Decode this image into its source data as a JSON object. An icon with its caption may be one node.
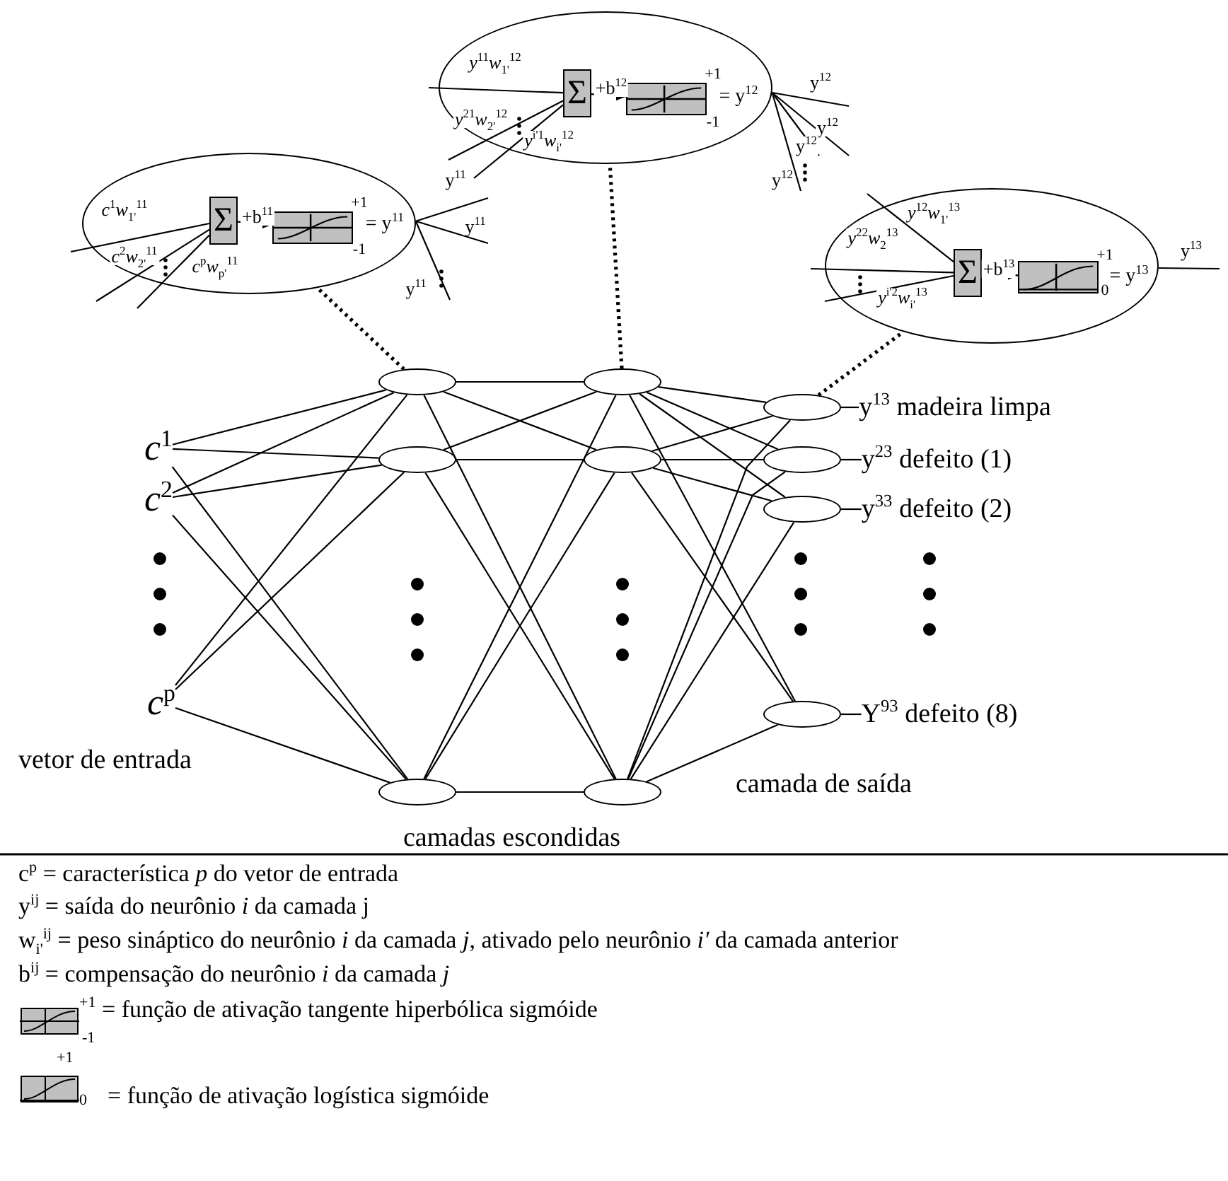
{
  "diagram": {
    "nodes": [
      {
        "text": [],
        "shape": "ellipse"
      },
      {
        "text": [
          "Σ"
        ],
        "in": 0
      },
      {
        "text": [],
        "shape": "box",
        "in": 0,
        "beside": [
          "+1",
          "-1",
          "= y$^{12}$"
        ]
      },
      {
        "text": [],
        "shape": "ellipse"
      },
      {
        "text": [
          "Σ"
        ],
        "in": 3
      },
      {
        "text": [],
        "shape": "box",
        "in": 3,
        "beside": [
          "+1",
          "-1",
          "= y$^{11}$"
        ]
      },
      {
        "text": [],
        "shape": "ellipse"
      },
      {
        "text": [
          "Σ"
        ],
        "in": 6
      },
      {
        "text": [],
        "shape": "box",
        "in": 6,
        "beside": [
          "+1",
          "0",
          "= y$^{13}$"
        ]
      },
      {
        "text": [
          "*c*$^{1}$"
        ]
      },
      {
        "text": [
          "*c*$^{2}$"
        ]
      },
      {
        "text": [
          "*c*$^{p}$"
        ]
      },
      {
        "text": [],
        "shape": "ellipse"
      },
      {
        "text": [],
        "shape": "ellipse"
      },
      {
        "text": [],
        "shape": "ellipse"
      },
      {
        "text": [],
        "shape": "ellipse"
      },
      {
        "text": [],
        "shape": "ellipse"
      },
      {
        "text": [],
        "shape": "ellipse"
      },
      {
        "text": [],
        "shape": "ellipse"
      },
      {
        "text": [],
        "shape": "ellipse"
      },
      {
        "text": [],
        "shape": "ellipse"
      },
      {
        "text": [],
        "shape": "ellipse"
      },
      {
        "text": [
          "y$^{13}$ madeira limpa"
        ]
      },
      {
        "text": [
          "y$^{23}$ defeito (1)"
        ]
      },
      {
        "text": [
          "y$^{33}$ defeito (2)"
        ]
      },
      {
        "text": [
          "Y$^{93}$ defeito (8)"
        ]
      }
    ],
    "edges": [
      {
        "from": null,
        "to": 1,
        "arrow": "none",
        "label": "*y*$^{11}$*w*$_{1'}$$^{12}$"
      },
      {
        "from": null,
        "to": 1,
        "arrow": "none",
        "label": "*y*$^{21}$*w*$_{2'}$$^{12}$"
      },
      {
        "from": null,
        "to": 1,
        "arrow": "none",
        "label": "*y*$^{i'1}$*w*$_{i'}$$^{12}$"
      },
      {
        "from": 1,
        "to": 2,
        "arrow": "to",
        "label": "+b$^{12}$"
      },
      {
        "from": 0,
        "to": null,
        "arrow": "none",
        "label": "y$^{12}$"
      },
      {
        "from": 0,
        "to": null,
        "arrow": "none",
        "label": "y$^{12}$"
      },
      {
        "from": 0,
        "to": null,
        "arrow": "none",
        "label": "y$^{12}$"
      },
      {
        "from": 0,
        "to": null,
        "arrow": "none",
        "label": "y$^{12}$"
      },
      {
        "from": null,
        "to": 4,
        "arrow": "none",
        "label": "*c*$^{1}$*w*$_{1'}$$^{11}$"
      },
      {
        "from": null,
        "to": 4,
        "arrow": "none",
        "label": "*c*$^{2}$*w*$_{2'}$$^{11}$"
      },
      {
        "from": null,
        "to": 4,
        "arrow": "none",
        "label": "*c*$^{p}$*w*$_{p'}$$^{11}$"
      },
      {
        "from": 4,
        "to": 5,
        "arrow": "to",
        "label": "+b$^{11}$"
      },
      {
        "from": 3,
        "to": null,
        "arrow": "none",
        "label": "y$^{11}$"
      },
      {
        "from": 3,
        "to": null,
        "arrow": "none",
        "label": "y$^{11}$"
      },
      {
        "from": 3,
        "to": null,
        "arrow": "none",
        "label": "y$^{11}$"
      },
      {
        "from": null,
        "to": 7,
        "arrow": "none",
        "label": "*y*$^{12}$*w*$_{1'}$$^{13}$"
      },
      {
        "from": null,
        "to": 7,
        "arrow": "none",
        "label": "*y*$^{22}$*w*$_{2}$$^{13}$"
      },
      {
        "from": null,
        "to": 7,
        "arrow": "none",
        "label": "*y*$^{i'2}$*w*$_{i'}$$^{13}$"
      },
      {
        "from": 7,
        "to": 8,
        "arrow": "to",
        "label": "+b$^{13}$"
      },
      {
        "from": 6,
        "to": null,
        "arrow": "none",
        "label": "y$^{13}$"
      },
      {
        "from": 9,
        "to": 12,
        "arrow": "none"
      },
      {
        "from": 9,
        "to": 13,
        "arrow": "none"
      },
      {
        "from": 9,
        "to": 14,
        "arrow": "none"
      },
      {
        "from": 10,
        "to": 12,
        "arrow": "none"
      },
      {
        "from": 10,
        "to": 13,
        "arrow": "none"
      },
      {
        "from": 10,
        "to": 14,
        "arrow": "none"
      },
      {
        "from": 11,
        "to": 12,
        "arrow": "none"
      },
      {
        "from": 11,
        "to": 13,
        "arrow": "none"
      },
      {
        "from": 11,
        "to": 14,
        "arrow": "none"
      },
      {
        "from": 12,
        "to": 15,
        "arrow": "none"
      },
      {
        "from": 12,
        "to": 16,
        "arrow": "none"
      },
      {
        "from": 12,
        "to": 17,
        "arrow": "none"
      },
      {
        "from": 13,
        "to": 15,
        "arrow": "none"
      },
      {
        "from": 13,
        "to": 16,
        "arrow": "none"
      },
      {
        "from": 13,
        "to": 17,
        "arrow": "none"
      },
      {
        "from": 14,
        "to": 15,
        "arrow": "none"
      },
      {
        "from": 14,
        "to": 16,
        "arrow": "none"
      },
      {
        "from": 14,
        "to": 17,
        "arrow": "none"
      },
      {
        "from": 15,
        "to": 18,
        "arrow": "none"
      },
      {
        "from": 15,
        "to": 19,
        "arrow": "none"
      },
      {
        "from": 15,
        "to": 20,
        "arrow": "none"
      },
      {
        "from": 15,
        "to": 21,
        "arrow": "none"
      },
      {
        "from": 16,
        "to": 18,
        "arrow": "none"
      },
      {
        "from": 16,
        "to": 19,
        "arrow": "none"
      },
      {
        "from": 16,
        "to": 20,
        "arrow": "none"
      },
      {
        "from": 16,
        "to": 21,
        "arrow": "none"
      },
      {
        "from": 17,
        "to": 18,
        "arrow": "none"
      },
      {
        "from": 17,
        "to": 19,
        "arrow": "none"
      },
      {
        "from": 17,
        "to": 20,
        "arrow": "none"
      },
      {
        "from": 17,
        "to": 21,
        "arrow": "none"
      },
      {
        "from": 18,
        "to": 22,
        "arrow": "none"
      },
      {
        "from": 19,
        "to": 23,
        "arrow": "none"
      },
      {
        "from": 20,
        "to": 24,
        "arrow": "none"
      },
      {
        "from": 21,
        "to": 25,
        "arrow": "none"
      },
      {
        "from": 12,
        "to": 3,
        "arrow": "none",
        "style": "dashed"
      },
      {
        "from": 15,
        "to": 0,
        "arrow": "none",
        "style": "dashed"
      },
      {
        "from": 18,
        "to": 6,
        "arrow": "none",
        "style": "dashed"
      }
    ],
    "labels": [
      "vetor de entrada",
      "camada de saída",
      "camadas escondidas",
      "c$^{p}$ = característica *p* do vetor de entrada",
      "y$^{ij}$ = saída do neurônio *i* da camada j",
      "w$_{i'}$$^{ij}$ = peso sináptico do neurônio *i* da camada *j*, ativado pelo neurônio *i′* da camada anterior",
      "b$^{ij}$ = compensação do neurônio *i* da camada *j*",
      "+1",
      "-1",
      "+1",
      "0"
    ],
    "legend": [
      {
        "text": "= função de ativação tangente hiperbólica sigmóide"
      },
      {
        "text": "= função de ativação logística sigmóide"
      }
    ]
  }
}
